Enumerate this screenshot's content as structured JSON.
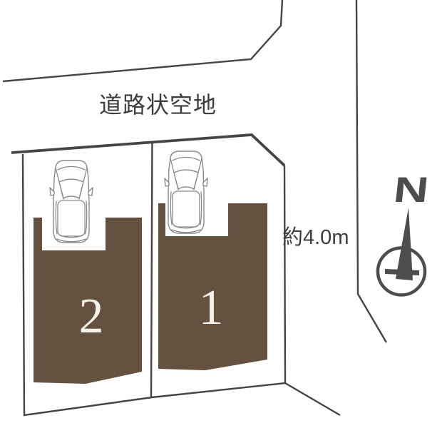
{
  "diagram": {
    "road_label": "道路状空地",
    "road_width_label": "約4.0m",
    "compass_label": "N",
    "lots": [
      {
        "number": "1"
      },
      {
        "number": "2"
      }
    ]
  },
  "colors": {
    "background": "#ffffff",
    "line": "#454545",
    "building_fill": "#64513f",
    "lot_number": "#f5f2ea",
    "car_outline": "#8a8a8a",
    "compass": "#4d4d4d",
    "label_text": "#3d3d3d"
  }
}
